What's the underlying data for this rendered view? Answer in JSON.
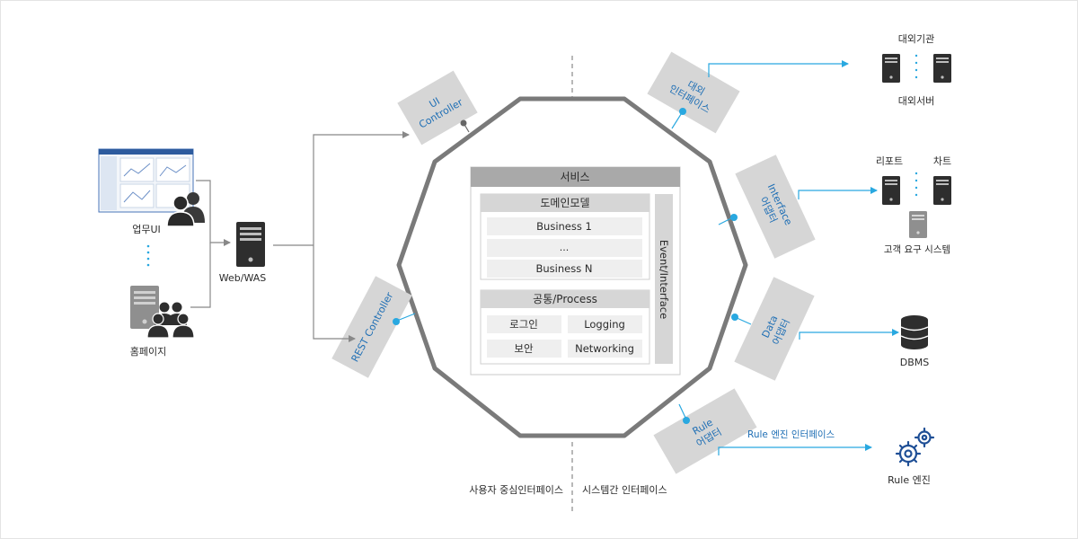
{
  "service": {
    "title": "서비스",
    "domain_title": "도메인모델",
    "domain_items": [
      "Business 1",
      "...",
      "Business N"
    ],
    "common_title": "공통/Process",
    "common_items": [
      "로그인",
      "Logging",
      "보안",
      "Networking"
    ],
    "event_label": "Event/Interface"
  },
  "ports": {
    "ui_controller": [
      "UI",
      "Controller"
    ],
    "rest_controller": [
      "REST Controller"
    ],
    "external_interface": [
      "대외",
      "인터페이스"
    ],
    "interface_adapter": [
      "Interface",
      "어댑터"
    ],
    "data_adapter": [
      "Data",
      "어댑터"
    ],
    "rule_adapter": [
      "Rule",
      "어댑터"
    ]
  },
  "left": {
    "business_ui": "업무UI",
    "homepage": "홈페이지",
    "was": "Web/WAS"
  },
  "right": {
    "external_org": "대외기관",
    "external_server": "대외서버",
    "report": "리포트",
    "chart": "차트",
    "customer_system": "고객 요구 시스템",
    "dbms": "DBMS",
    "rule_interface": "Rule 엔진 인터페이스",
    "rule_engine": "Rule 엔진"
  },
  "bottom": {
    "user_centric": "사용자 중심인터페이스",
    "system_to_system": "시스템간 인터페이스"
  },
  "colors": {
    "accent": "#29a8e0",
    "port_box": "#d6d6d6",
    "octagon": "#7a7a7a",
    "header": "#a9a9a9",
    "label_blue": "#1f6fb5"
  }
}
